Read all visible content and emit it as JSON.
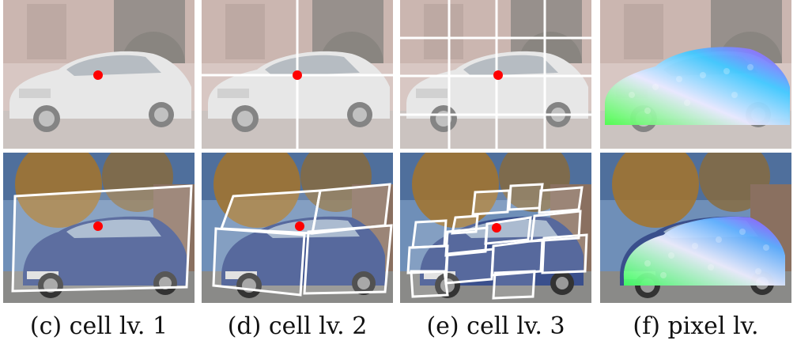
{
  "figure": {
    "captions": [
      "(c) cell lv. 1",
      "(d) cell lv. 2",
      "(e) cell lv. 3",
      "(f) pixel lv."
    ],
    "colors": {
      "grid_lines": "#ffffff",
      "keypoint": "#ff0000",
      "silver_car": "#c9c9c9",
      "blue_car": "#3a4f8c",
      "sky": "#6f8fb8",
      "building": "#c8a8a0"
    },
    "rows": [
      {
        "subject": "silver-sedan",
        "panels": [
          "cell-level-1",
          "cell-level-2",
          "cell-level-3",
          "pixel-level"
        ]
      },
      {
        "subject": "blue-wagon",
        "panels": [
          "cell-level-1",
          "cell-level-2",
          "cell-level-3",
          "pixel-level"
        ]
      }
    ]
  }
}
